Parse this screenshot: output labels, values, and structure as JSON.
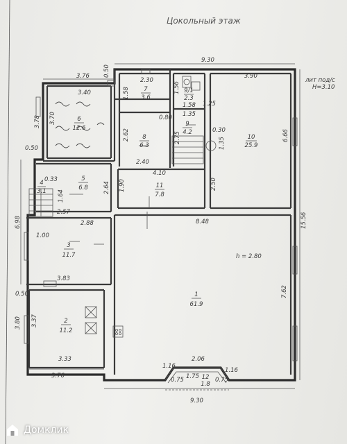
{
  "title": "Цокольный этаж",
  "lit": {
    "line1": "лит под/с",
    "line2": "H=3.10"
  },
  "ceiling_note": "h = 2.80",
  "rooms": [
    {
      "num": "1",
      "area": "61.9"
    },
    {
      "num": "2",
      "area": "11.2"
    },
    {
      "num": "3",
      "area": "11.7"
    },
    {
      "num": "4",
      "area": "3.1"
    },
    {
      "num": "5",
      "area": "6.8"
    },
    {
      "num": "6",
      "area": "12.6"
    },
    {
      "num": "7",
      "area": "3.6"
    },
    {
      "num": "8",
      "area": "6.3"
    },
    {
      "num": "9",
      "area": "4.2"
    },
    {
      "num": "9/1",
      "area": "2.3"
    },
    {
      "num": "10",
      "area": "25.9"
    },
    {
      "num": "11",
      "area": "7.8"
    },
    {
      "num": "12",
      "area": "1.8"
    }
  ],
  "dims": {
    "top_total": "9.30",
    "bottom_total": "9.30",
    "right_total": "15.56",
    "left_total": "6.98",
    "d_3_76_top": "3.76",
    "d_3_76_bottom": "3.76",
    "d_0_50_a": "0.50",
    "d_0_50_b": "0.50",
    "d_0_50_c": "0.50",
    "d_3_78": "3.78",
    "d_3_40": "3.40",
    "d_3_70": "3.70",
    "d_2_30": "2.30",
    "d_1_58": "1.58",
    "d_1_56": "1.56",
    "d_1_25": "1.25",
    "d_1_58b": "1.58",
    "d_1_35a": "1.35",
    "d_3_90": "3.90",
    "d_6_66": "6.66",
    "d_0_80": "0.80",
    "d_0_30": "0.30",
    "d_1_35b": "1.35",
    "d_2_62": "2.62",
    "d_2_40": "2.40",
    "d_2_75": "2.75",
    "d_4_10": "4.10",
    "d_0_33": "0.33",
    "d_2_64": "2.64",
    "d_1_64": "1.64",
    "d_1_90": "1.90",
    "d_2_50": "2.50",
    "d_2_57": "2.57",
    "d_2_88": "2.88",
    "d_1_00": "1.00",
    "d_8_48": "8.48",
    "d_3_83": "3.83",
    "d_7_62": "7.62",
    "d_3_80": "3.80",
    "d_3_37": "3.37",
    "d_3_33": "3.33",
    "d_2_06": "2.06",
    "d_1_16a": "1.16",
    "d_1_16b": "1.16",
    "d_0_75": "0.75",
    "d_1_75": "1.75",
    "d_0_75b": "0.75"
  },
  "watermark": {
    "brand": "Домклик"
  }
}
